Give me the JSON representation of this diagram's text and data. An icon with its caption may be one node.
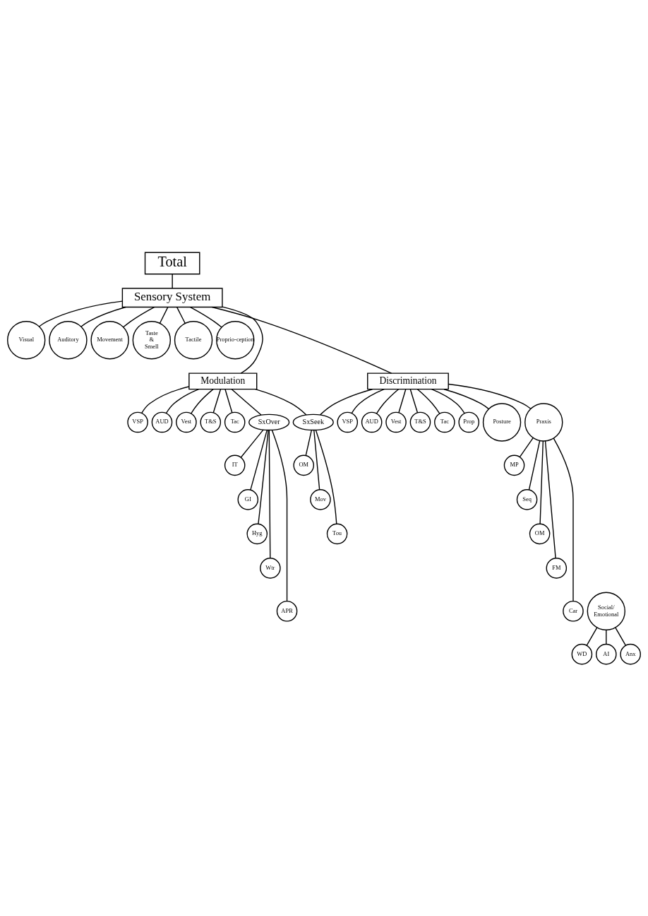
{
  "diagram": {
    "nodes": [
      {
        "text": [
          "Total"
        ]
      },
      {
        "text": [
          "Sensory System"
        ]
      },
      {
        "text": [
          "Visual"
        ]
      },
      {
        "text": [
          "Auditory"
        ]
      },
      {
        "text": [
          "Movement"
        ]
      },
      {
        "text": [
          "Taste & Smell"
        ]
      },
      {
        "text": [
          "Tactile"
        ]
      },
      {
        "text": [
          "Proprio-ception"
        ]
      },
      {
        "text": [
          "Modulation"
        ]
      },
      {
        "text": [
          "Discrimination"
        ]
      },
      {
        "text": [
          "VSP"
        ]
      },
      {
        "text": [
          "AUD"
        ]
      },
      {
        "text": [
          "Vest"
        ]
      },
      {
        "text": [
          "T&S"
        ]
      },
      {
        "text": [
          "Tac"
        ]
      },
      {
        "text": [
          "VSP"
        ]
      },
      {
        "text": [
          "AUD"
        ]
      },
      {
        "text": [
          "Vest"
        ]
      },
      {
        "text": [
          "T&S"
        ]
      },
      {
        "text": [
          "Tac"
        ]
      },
      {
        "text": [
          "Prop"
        ]
      },
      {
        "text": [
          "Posture"
        ]
      },
      {
        "text": [
          "Praxis"
        ]
      },
      {
        "text": [
          "SxOver"
        ]
      },
      {
        "text": [
          "SxSeek"
        ]
      },
      {
        "text": [
          "IT"
        ]
      },
      {
        "text": [
          "GI"
        ]
      },
      {
        "text": [
          "Hyg"
        ]
      },
      {
        "text": [
          "Wtr"
        ]
      },
      {
        "text": [
          "APR"
        ]
      },
      {
        "text": [
          "OM"
        ]
      },
      {
        "text": [
          "Mov"
        ]
      },
      {
        "text": [
          "Tou"
        ]
      },
      {
        "text": [
          "MP"
        ]
      },
      {
        "text": [
          "Seq"
        ]
      },
      {
        "text": [
          "OM"
        ]
      },
      {
        "text": [
          "FM"
        ]
      },
      {
        "text": [
          "Car"
        ]
      },
      {
        "text": [
          "Social/ Emotional"
        ]
      },
      {
        "text": [
          "WD"
        ]
      },
      {
        "text": [
          "AI"
        ]
      },
      {
        "text": [
          "Anx"
        ]
      }
    ],
    "edges": [
      {
        "from": 0,
        "to": 1,
        "arrow": "none"
      },
      {
        "from": 1,
        "to": 2,
        "arrow": "none"
      },
      {
        "from": 1,
        "to": 3,
        "arrow": "none"
      },
      {
        "from": 1,
        "to": 4,
        "arrow": "none"
      },
      {
        "from": 1,
        "to": 5,
        "arrow": "none"
      },
      {
        "from": 1,
        "to": 6,
        "arrow": "none"
      },
      {
        "from": 1,
        "to": 7,
        "arrow": "none"
      },
      {
        "from": 1,
        "to": 8,
        "arrow": "none"
      },
      {
        "from": 1,
        "to": 9,
        "arrow": "none"
      },
      {
        "from": 8,
        "to": 10,
        "arrow": "none"
      },
      {
        "from": 8,
        "to": 11,
        "arrow": "none"
      },
      {
        "from": 8,
        "to": 12,
        "arrow": "none"
      },
      {
        "from": 8,
        "to": 13,
        "arrow": "none"
      },
      {
        "from": 8,
        "to": 14,
        "arrow": "none"
      },
      {
        "from": 8,
        "to": 23,
        "arrow": "none"
      },
      {
        "from": 8,
        "to": 24,
        "arrow": "none"
      },
      {
        "from": 9,
        "to": 24,
        "arrow": "none"
      },
      {
        "from": 9,
        "to": 15,
        "arrow": "none"
      },
      {
        "from": 9,
        "to": 16,
        "arrow": "none"
      },
      {
        "from": 9,
        "to": 17,
        "arrow": "none"
      },
      {
        "from": 9,
        "to": 18,
        "arrow": "none"
      },
      {
        "from": 9,
        "to": 19,
        "arrow": "none"
      },
      {
        "from": 9,
        "to": 20,
        "arrow": "none"
      },
      {
        "from": 9,
        "to": 21,
        "arrow": "none"
      },
      {
        "from": 9,
        "to": 22,
        "arrow": "none"
      },
      {
        "from": 23,
        "to": 25,
        "arrow": "none"
      },
      {
        "from": 23,
        "to": 26,
        "arrow": "none"
      },
      {
        "from": 23,
        "to": 27,
        "arrow": "none"
      },
      {
        "from": 23,
        "to": 28,
        "arrow": "none"
      },
      {
        "from": 23,
        "to": 29,
        "arrow": "none"
      },
      {
        "from": 24,
        "to": 30,
        "arrow": "none"
      },
      {
        "from": 24,
        "to": 31,
        "arrow": "none"
      },
      {
        "from": 24,
        "to": 32,
        "arrow": "none"
      },
      {
        "from": 22,
        "to": 33,
        "arrow": "none"
      },
      {
        "from": 22,
        "to": 34,
        "arrow": "none"
      },
      {
        "from": 22,
        "to": 35,
        "arrow": "none"
      },
      {
        "from": 22,
        "to": 36,
        "arrow": "none"
      },
      {
        "from": 22,
        "to": 37,
        "arrow": "none"
      },
      {
        "from": 38,
        "to": 39,
        "arrow": "none"
      },
      {
        "from": 38,
        "to": 40,
        "arrow": "none"
      },
      {
        "from": 38,
        "to": 41,
        "arrow": "none"
      }
    ]
  }
}
